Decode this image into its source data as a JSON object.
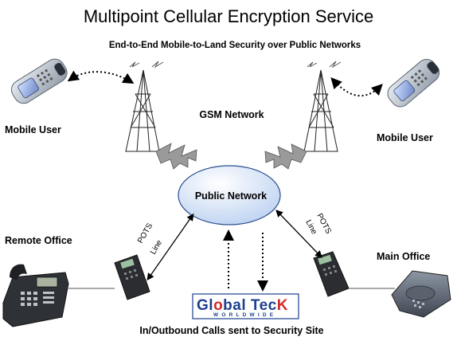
{
  "diagram": {
    "title": "Multipoint Cellular Encryption Service",
    "subtitle": "End-to-End Mobile-to-Land Security over Public Networks",
    "labels": {
      "gsm_network": "GSM Network",
      "public_network": "Public Network",
      "mobile_user_left": "Mobile User",
      "mobile_user_right": "Mobile User",
      "remote_office": "Remote Office",
      "main_office": "Main Office",
      "pots_left": "POTS",
      "line_left": "Line",
      "pots_right": "POTS",
      "line_right": "Line",
      "footer": "In/Outbound Calls sent to Security Site"
    },
    "logo": {
      "part1": "Gl",
      "part2": "bal Tec",
      "part3": "K",
      "worldwide": "WORLDWIDE"
    },
    "colors": {
      "cloud_fill_top": "#ffffff",
      "cloud_fill_bottom": "#c7d9f2",
      "cloud_stroke": "#2a4f8f",
      "logo_blue": "#1c3f8f",
      "logo_red": "#d12a2a",
      "bolt_gray": "#9a9a9a"
    }
  }
}
